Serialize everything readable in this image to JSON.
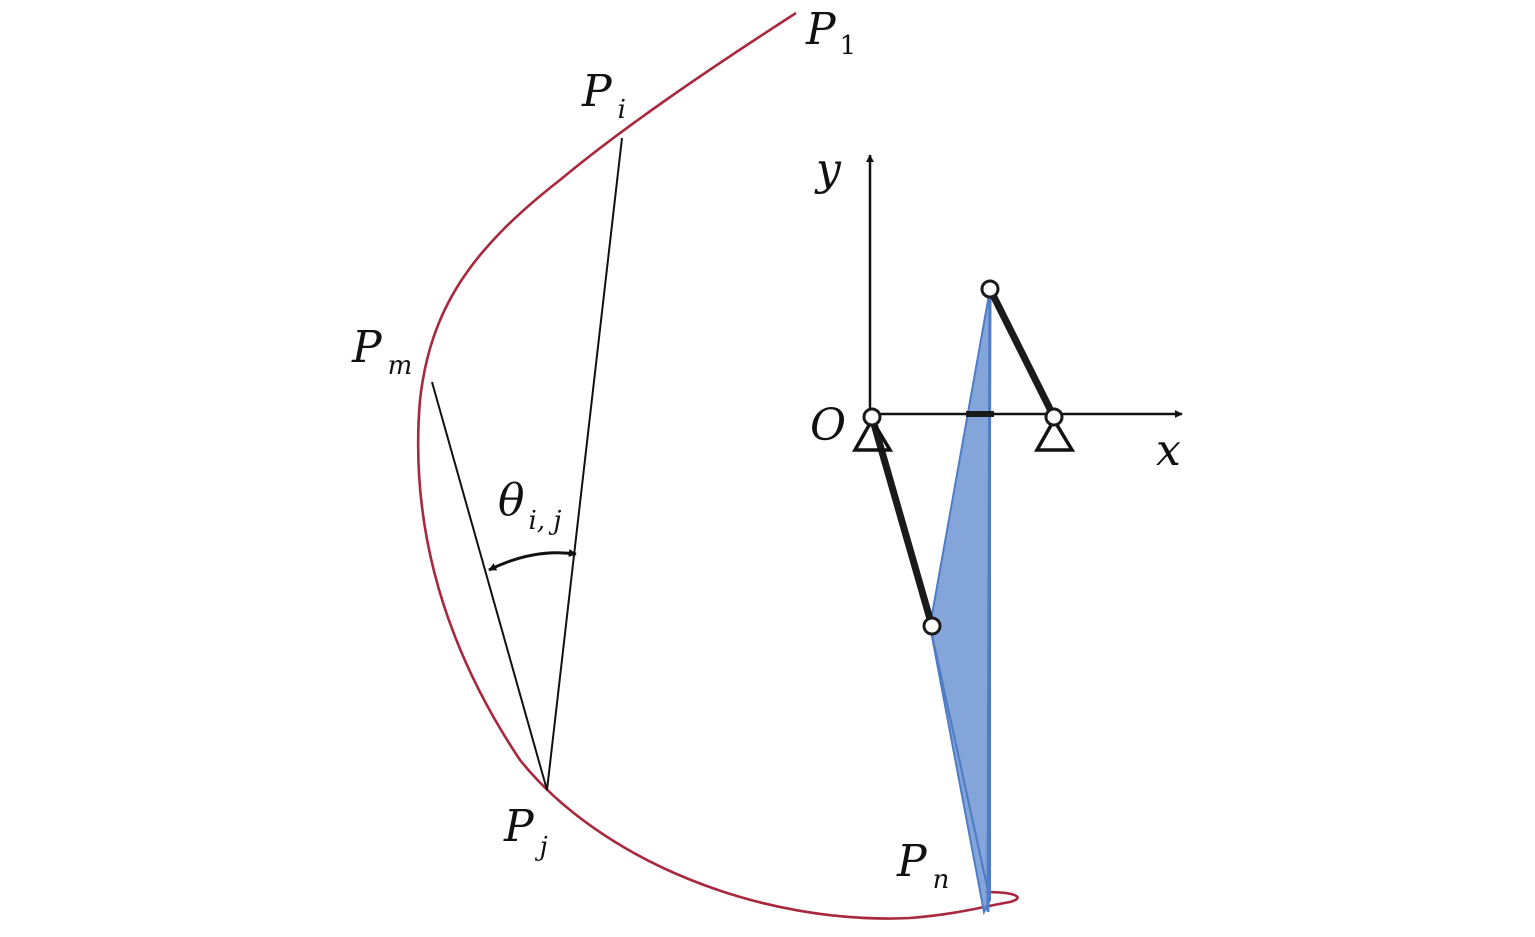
{
  "labels": {
    "p1": {
      "main": "P",
      "sub": "1"
    },
    "pi": {
      "main": "P",
      "sub": "i"
    },
    "pm": {
      "main": "P",
      "sub": "m"
    },
    "pj": {
      "main": "P",
      "sub": "j"
    },
    "pn": {
      "main": "P",
      "sub": "n"
    },
    "theta": {
      "main": "θ",
      "sub": "i, j"
    },
    "axis_y": "y",
    "axis_x": "x",
    "origin": "O"
  },
  "colors": {
    "curve": "#a8283e",
    "chord": "#111111",
    "linkage": "#1a1a1a",
    "coupler_fill": "#6f95d2",
    "coupler_stroke": "#4f7cc7",
    "axis": "#111111",
    "joint_fill": "#ffffff"
  }
}
